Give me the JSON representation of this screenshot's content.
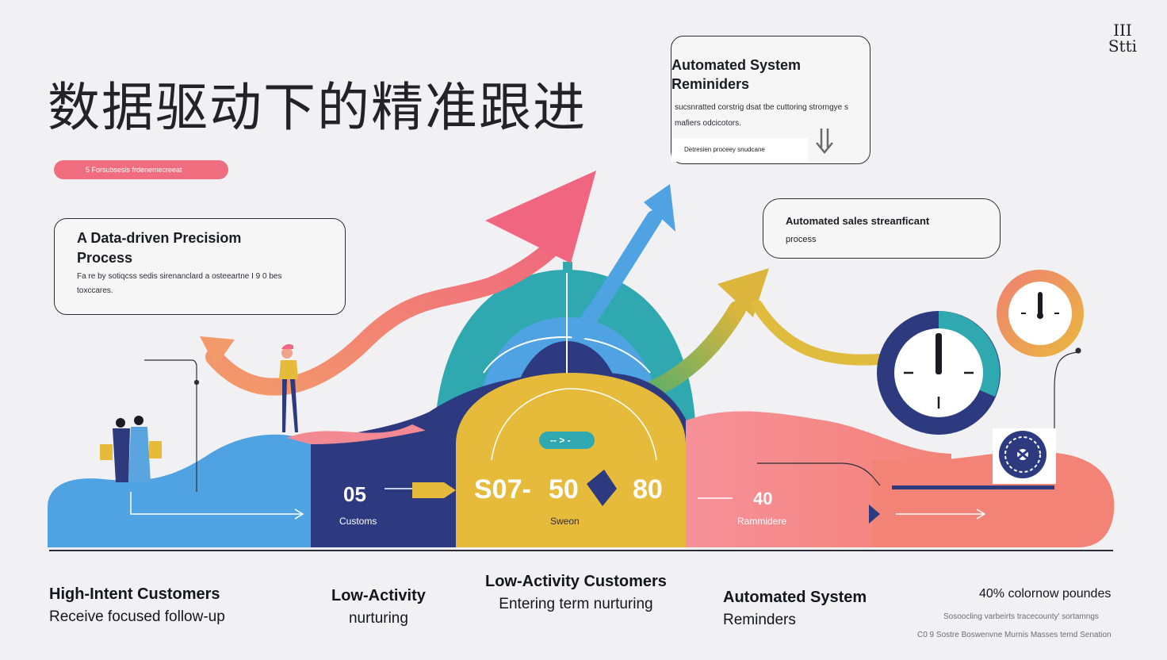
{
  "title": "数据驱动下的精准跟进",
  "pill_text": "5   Forsubsesis frdenemecreeat",
  "corner_logo": {
    "line1": "III",
    "line2": "Stti"
  },
  "card_process": {
    "heading": "A Data-driven Precisiom Process",
    "desc": "Fa re by sotiqcss sedis sirenanclard a osteeartne I 9 0 bes toxccares."
  },
  "card_reminders": {
    "heading": "Automated System Reminiders",
    "desc": "sucsnratted corstrig dsat tbe cuttoring strorngye s mafiers odcicotors.",
    "footer": "Detresien proceey snudcane"
  },
  "card_sales": {
    "heading": "Automated sales streaпficant",
    "desc": "process"
  },
  "stage_values": {
    "blue_num": "05",
    "blue_label": "Customs",
    "yellow_nums": [
      "S07-",
      "50",
      "80"
    ],
    "yellow_badge": "-- > -",
    "yellow_label": "Sweon",
    "pink_num": "40",
    "pink_label": "Rammidere"
  },
  "bottom_labels": [
    {
      "heading": "High-Intent Customers",
      "sub": "Receive focused follow-up"
    },
    {
      "heading": "Low-Activity",
      "sub": "nurturing"
    },
    {
      "heading": "Low-Activity Customers",
      "sub": "Entering term nurturing"
    },
    {
      "heading": "Automated System",
      "sub": "Reminders"
    },
    {
      "heading": "",
      "sub": "40% colornow poundes"
    }
  ],
  "fine_print": [
    "Sosoocling varbeirts tracecounty' sortamngs",
    "C0 9 Sostre Boswenvne Murnis Masses temd Senation"
  ],
  "colors": {
    "blue": "#4fa3e3",
    "navy": "#2d3a80",
    "yellow": "#e6ba3a",
    "pink": "#f38a93",
    "coral": "#f07f74",
    "teal": "#2fa8b0",
    "red_arrow": "#f06d80",
    "green_arrow": "#78a84a"
  },
  "icons": [
    "person-icon",
    "couple-icon",
    "clock-icon",
    "gear-badge-icon",
    "download-arrow-icon"
  ]
}
